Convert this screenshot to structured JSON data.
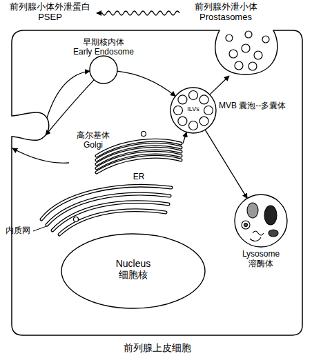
{
  "diagram": {
    "nodes": [
      {
        "text": [
          "前列腺上皮细胞"
        ]
      },
      {
        "text": [
          "前列腺小体外泄蛋白 PSEP"
        ]
      },
      {
        "text": [
          "前列腺外泄小体 Prostasomes"
        ]
      },
      {
        "text": [
          "早期核内体 Early Endosome"
        ],
        "in": 0
      },
      {
        "text": [
          "ILVs",
          "MVB 囊泡--多囊体"
        ],
        "in": 0
      },
      {
        "text": [
          "高尔基体 Golgi"
        ],
        "in": 0
      },
      {
        "text": [
          "ER",
          "内质网"
        ],
        "in": 0
      },
      {
        "text": [
          "Lysosome 溶酶体"
        ],
        "in": 0
      },
      {
        "text": [
          "Nucleus 细胞核"
        ],
        "in": 0
      }
    ],
    "edges": [
      {
        "from": 2,
        "to": 1,
        "arrow": "to"
      },
      {
        "from": 0,
        "to": 3,
        "arrow": "to"
      },
      {
        "from": 3,
        "to": 0,
        "arrow": "to"
      },
      {
        "from": 3,
        "to": 4,
        "arrow": "to"
      },
      {
        "from": 5,
        "to": 4,
        "arrow": "to"
      },
      {
        "from": 5,
        "to": 0,
        "arrow": "to"
      },
      {
        "from": 4,
        "to": 2,
        "arrow": "to"
      },
      {
        "from": 4,
        "to": 7,
        "arrow": "to"
      }
    ]
  }
}
